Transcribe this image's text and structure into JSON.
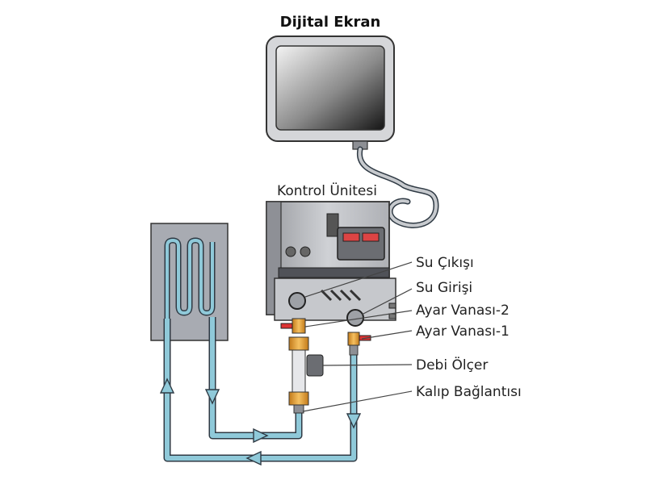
{
  "labels": {
    "display": "Dijital Ekran",
    "control_unit": "Kontrol Ünitesi",
    "water_outlet": "Su Çıkışı",
    "water_inlet": "Su Girişi",
    "valve_2": "Ayar Vanası-2",
    "valve_1": "Ayar Vanası-1",
    "flow_meter": "Debi Ölçer",
    "mold_connection": "Kalıp Bağlantısı"
  },
  "colors": {
    "pipe": "#8fc9d9",
    "pipe_edge": "#2f3a44",
    "mold": "#a8abb2",
    "fitting": "#e8a23a",
    "unit_body": "#bfc1c6"
  },
  "icons": [
    "arrow-up-icon",
    "arrow-down-icon",
    "arrow-right-icon",
    "arrow-left-icon"
  ]
}
